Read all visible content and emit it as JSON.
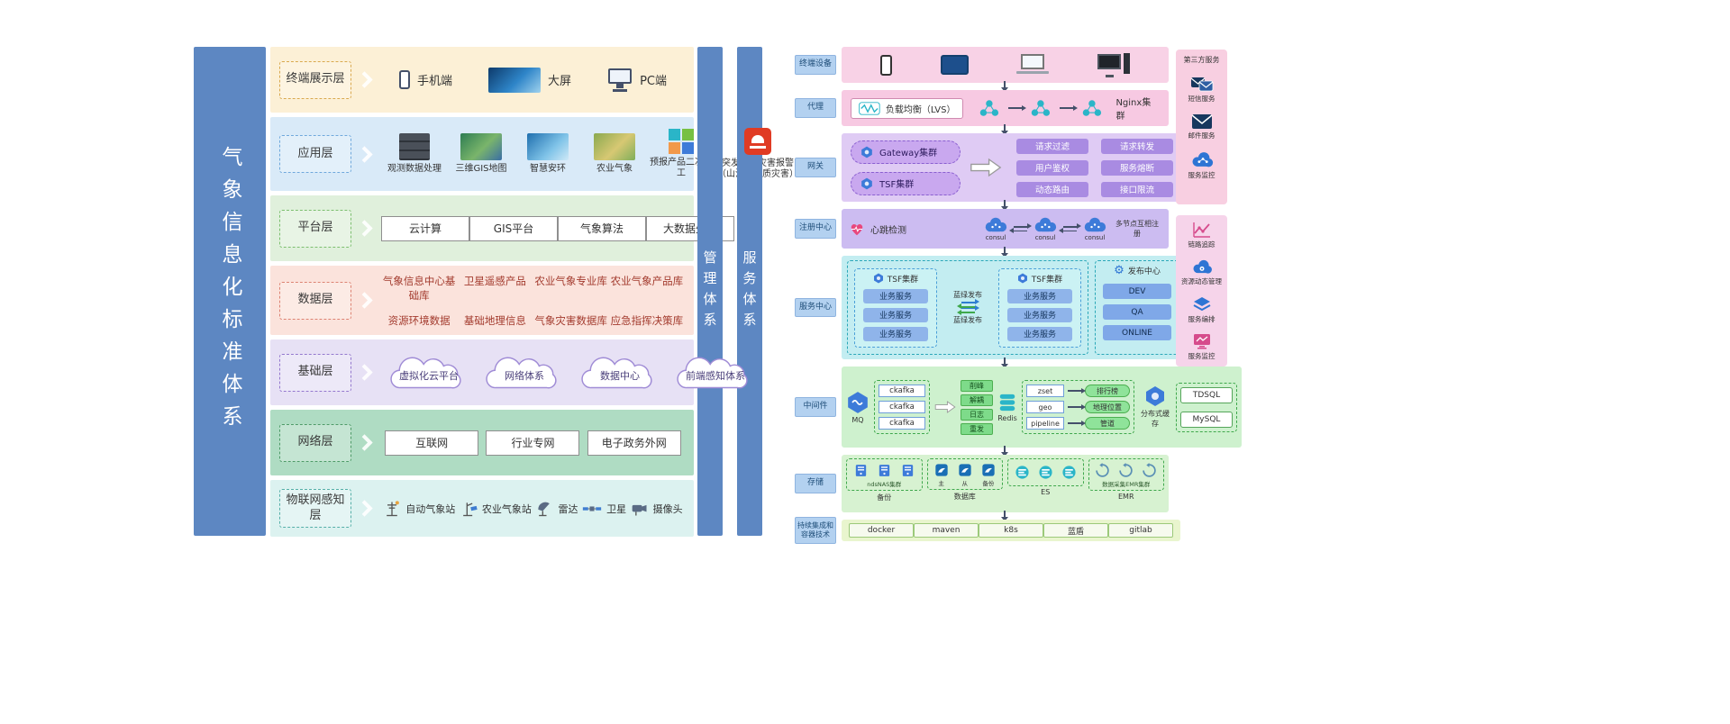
{
  "glyphs": {
    "gear": "⚙"
  },
  "left": {
    "standard_bar": "气象信息化标准体系",
    "management_bar": "管理体系",
    "service_bar": "服务体系",
    "layers": [
      {
        "label": "终端展示层",
        "items": [
          "手机端",
          "大屏",
          "PC端"
        ]
      },
      {
        "label": "应用层",
        "items": [
          "观测数据处理",
          "三维GIS地图",
          "智慧安环",
          "农业气象",
          "预报产品二次加工",
          "突发气象灾害报警（山洪、地质灾害）"
        ]
      },
      {
        "label": "平台层",
        "items": [
          "云计算",
          "GIS平台",
          "气象算法",
          "大数据处理"
        ]
      },
      {
        "label": "数据层",
        "row1": [
          "气象信息中心基础库",
          "卫星遥感产品",
          "农业气象专业库",
          "农业气象产品库"
        ],
        "row2": [
          "资源环境数据",
          "基础地理信息",
          "气象灾害数据库",
          "应急指挥决策库"
        ]
      },
      {
        "label": "基础层",
        "items": [
          "虚拟化云平台",
          "网络体系",
          "数据中心",
          "前端感知体系"
        ]
      },
      {
        "label": "网络层",
        "items": [
          "互联网",
          "行业专网",
          "电子政务外网"
        ]
      },
      {
        "label": "物联网感知层",
        "items": [
          "自动气象站",
          "农业气象站",
          "雷达",
          "卫星",
          "摄像头"
        ]
      }
    ]
  },
  "right": {
    "terminals": {
      "label": "终端设备"
    },
    "proxy": {
      "label": "代理",
      "lb": "负载均衡（LVS）",
      "cluster": "Nginx集群"
    },
    "gateway": {
      "label": "网关",
      "clusters": [
        "Gateway集群",
        "TSF集群"
      ],
      "pills": [
        "请求过滤",
        "请求转发",
        "用户鉴权",
        "服务熔断",
        "动态路由",
        "接口限流"
      ]
    },
    "registry": {
      "label": "注册中心",
      "heartbeat": "心跳检测",
      "nodes": [
        "consul",
        "consul",
        "consul"
      ],
      "note": "多节点互相注册"
    },
    "service_center": {
      "label": "服务中心",
      "tsf_left_title": "TSF集群",
      "tsf_left_services": [
        "业务服务",
        "业务服务",
        "业务服务"
      ],
      "blue_green_top": "蓝绿发布",
      "blue_green_bottom": "蓝绿发布",
      "tsf_right_title": "TSF集群",
      "tsf_right_services": [
        "业务服务",
        "业务服务",
        "业务服务"
      ],
      "release_title": "发布中心",
      "release_envs": [
        "DEV",
        "QA",
        "ONLINE"
      ]
    },
    "middleware": {
      "label": "中间件",
      "mq": "MQ",
      "kafka": [
        "ckafka",
        "ckafka",
        "ckafka"
      ],
      "uses": [
        "削峰",
        "解耦",
        "日志",
        "重发"
      ],
      "redis": "Redis",
      "redis_map": [
        {
          "key": "zset",
          "value": "排行榜"
        },
        {
          "key": "geo",
          "value": "地理位置"
        },
        {
          "key": "pipeline",
          "value": "管道"
        }
      ],
      "cache": "分布式缓存",
      "databases": [
        "TDSQL",
        "MySQL"
      ]
    },
    "storage": {
      "label": "存储",
      "groups": [
        {
          "inner": "ndsNAS集群",
          "caption": "备份"
        },
        {
          "icon_labels": [
            "主",
            "从",
            "备份"
          ],
          "caption": "数据库"
        },
        {
          "caption": "ES"
        },
        {
          "inner": "数据采集EMR集群",
          "caption": "EMR"
        }
      ]
    },
    "ci": {
      "label": "持续集成和容器技术",
      "items": [
        "docker",
        "maven",
        "k8s",
        "蓝盾",
        "gitlab"
      ]
    }
  },
  "side": {
    "third_party": {
      "title": "第三方服务",
      "items": [
        "短信服务",
        "邮件服务",
        "服务监控"
      ]
    },
    "governance": {
      "items": [
        "链路追踪",
        "资源动态管理",
        "服务编排",
        "服务监控"
      ]
    }
  }
}
